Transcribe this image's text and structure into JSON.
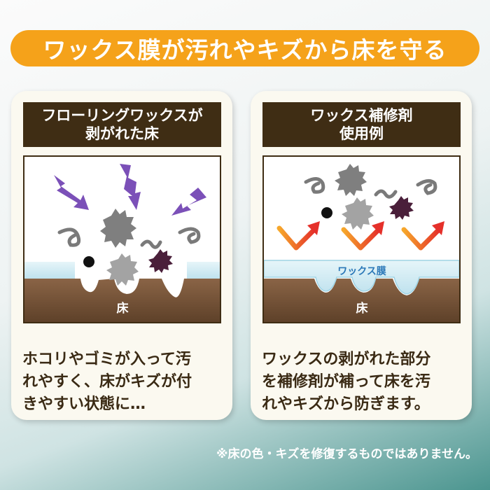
{
  "banner": {
    "title": "ワックス膜が汚れやキズから床を守る"
  },
  "left_panel": {
    "title_line1": "フローリングワックスが",
    "title_line2": "剥がれた床",
    "floor_label": "床",
    "desc_lines": [
      "ホコリやゴミが入って汚",
      "れやすく、床がキズが付",
      "きやすい状態に…"
    ]
  },
  "right_panel": {
    "title_line1": "ワックス補修剤",
    "title_line2": "使用例",
    "floor_label": "床",
    "film_label": "ワックス膜",
    "desc_lines": [
      "ワックスの剥がれた部分",
      "を補修剤が補って床を汚",
      "れやキズから防ぎます。"
    ]
  },
  "footnote": "※床の色・キズを修復するものではありません。",
  "colors": {
    "banner": "#f5a21a",
    "header": "#3f2d14",
    "floor": "#7a5639",
    "film": "#cfeaf3",
    "damage_arrow": "#7b50b8",
    "protect_arrow": "#e5482a"
  },
  "icons": [
    "lightning-arrow-icon",
    "dust-particle-icon",
    "hair-strand-icon",
    "deflect-arrow-icon"
  ]
}
